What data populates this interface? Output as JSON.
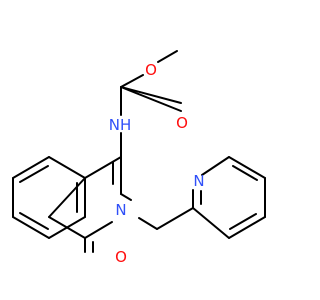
{
  "molecule": {
    "atoms": {
      "carbonyl_oxygen_carbamate": {
        "label": "O",
        "color": "#ff0d0d"
      },
      "ester_oxygen": {
        "label": "O",
        "color": "#ff0d0d"
      },
      "amide_nitrogen": {
        "label": "NH",
        "color": "#3050f8"
      },
      "ring_nitrogen_isoquinoline": {
        "label": "N",
        "color": "#3050f8"
      },
      "pyridine_nitrogen": {
        "label": "N",
        "color": "#3050f8"
      },
      "lactam_oxygen": {
        "label": "O",
        "color": "#ff0d0d"
      }
    },
    "bond_color": "#000000"
  }
}
